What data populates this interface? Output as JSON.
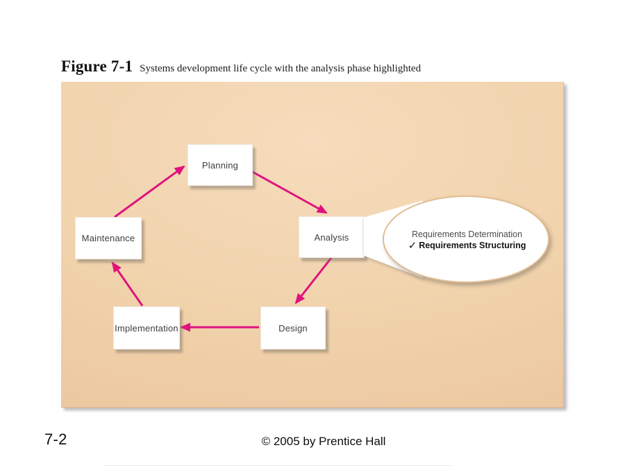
{
  "slide": {
    "figure_label": "Figure 7-1",
    "figure_caption": "Systems development life cycle with the analysis phase highlighted",
    "page_number": "7-2",
    "copyright_notice": "© 2005 by Prentice Hall"
  },
  "diagram": {
    "type": "cycle",
    "nodes": [
      {
        "id": "planning",
        "label": "Planning"
      },
      {
        "id": "analysis",
        "label": "Analysis"
      },
      {
        "id": "design",
        "label": "Design"
      },
      {
        "id": "implementation",
        "label": "Implementation"
      },
      {
        "id": "maintenance",
        "label": "Maintenance"
      }
    ],
    "edges": [
      {
        "from": "planning",
        "to": "analysis"
      },
      {
        "from": "analysis",
        "to": "design"
      },
      {
        "from": "design",
        "to": "implementation"
      },
      {
        "from": "implementation",
        "to": "maintenance"
      },
      {
        "from": "maintenance",
        "to": "planning"
      }
    ],
    "callout": {
      "attached_to": "analysis",
      "line1": "Requirements Determination",
      "check_glyph": "✓",
      "line2": "Requirements Structuring"
    },
    "colors": {
      "arrow": "#e0127e",
      "panel_light": "#f6dcbc",
      "panel_dark": "#eac29a",
      "ellipse_border": "#e2bd92",
      "node_text": "#3d3d3d"
    }
  }
}
